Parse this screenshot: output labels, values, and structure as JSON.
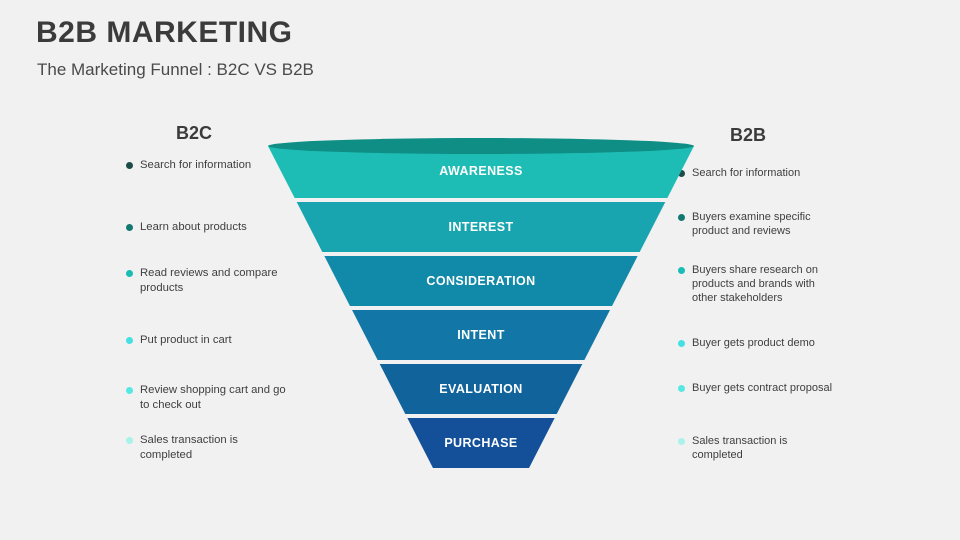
{
  "slide": {
    "background_color": "#f1f1f1",
    "title": "B2B MARKETING",
    "subtitle": "The Marketing Funnel : B2C VS B2B"
  },
  "left_column": {
    "heading": "B2C",
    "items": [
      {
        "text": "Search for information",
        "dot_color": "#1d4b4a"
      },
      {
        "text": "Learn about products",
        "dot_color": "#11796f"
      },
      {
        "text": "Read reviews and compare products",
        "dot_color": "#19bdb3"
      },
      {
        "text": "Put product in cart",
        "dot_color": "#45e0e3"
      },
      {
        "text": "Review shopping cart and go to check out",
        "dot_color": "#58e8e3"
      },
      {
        "text": "Sales transaction is completed",
        "dot_color": "#a9f2ea"
      }
    ]
  },
  "right_column": {
    "heading": "B2B",
    "items": [
      {
        "text": "Search for information",
        "dot_color": "#1d4b4a"
      },
      {
        "text": "Buyers examine specific product and reviews",
        "dot_color": "#11796f"
      },
      {
        "text": "Buyers share research on products and brands with other stakeholders",
        "dot_color": "#19bdb3"
      },
      {
        "text": "Buyer gets product demo",
        "dot_color": "#45e0e3"
      },
      {
        "text": "Buyer gets contract proposal",
        "dot_color": "#58e8e3"
      },
      {
        "text": "Sales transaction is completed",
        "dot_color": "#a9f2ea"
      }
    ]
  },
  "funnel": {
    "rim_color": "#0f8e85",
    "bands": [
      {
        "label": "AWARENESS",
        "color": "#1dbdb5"
      },
      {
        "label": "INTEREST",
        "color": "#19a5b0"
      },
      {
        "label": "CONSIDERATION",
        "color": "#1189a8"
      },
      {
        "label": "INTENT",
        "color": "#1277a6"
      },
      {
        "label": "EVALUATION",
        "color": "#11639c"
      },
      {
        "label": "PURCHASE",
        "color": "#14509a"
      }
    ]
  }
}
